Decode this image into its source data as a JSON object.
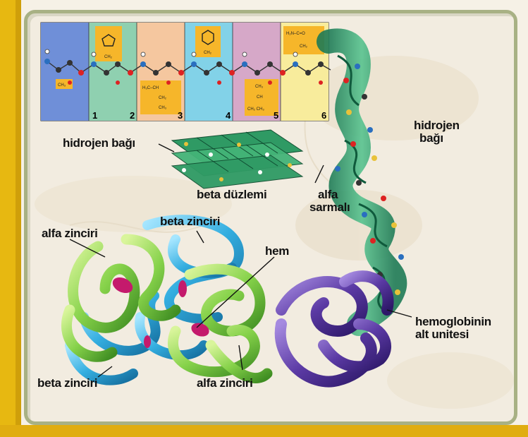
{
  "strip_colors": [
    "#6f8fd8",
    "#8fd0b0",
    "#f5c79f",
    "#82d2e8",
    "#d6a8c8",
    "#f8ec9c"
  ],
  "labels": {
    "hidrojen_bagi_left": "hidrojen bağı",
    "hidrojen_right_line1": "hidrojen",
    "hidrojen_right_line2": "bağı",
    "beta_duzlemi": "beta düzlemi",
    "alfa_sarmali_line1": "alfa",
    "alfa_sarmali_line2": "sarmalı",
    "beta_zinciri_top": "beta zinciri",
    "alfa_zinciri_left": "alfa zinciri",
    "hem": "hem",
    "beta_zinciri_bottom": "beta zinciri",
    "alfa_zinciri_bottom": "alfa zinciri",
    "hemoglobin_line1": "hemoglobinin",
    "hemoglobin_line2": "alt unitesi"
  },
  "residue_numbers": [
    "1",
    "2",
    "3",
    "4",
    "5",
    "6"
  ],
  "side_chains": {
    "s1": "CH₃",
    "s2": "CH₂",
    "s3a": "H₃C–CH",
    "s3b": "CH₂",
    "s3c": "CH₃",
    "s4": "CH₂",
    "s5a": "CH₃",
    "s5b": "CH",
    "s5c": "CH₂  CH₃",
    "s6a": "H₂N–C=O",
    "s6b": "CH₂"
  }
}
